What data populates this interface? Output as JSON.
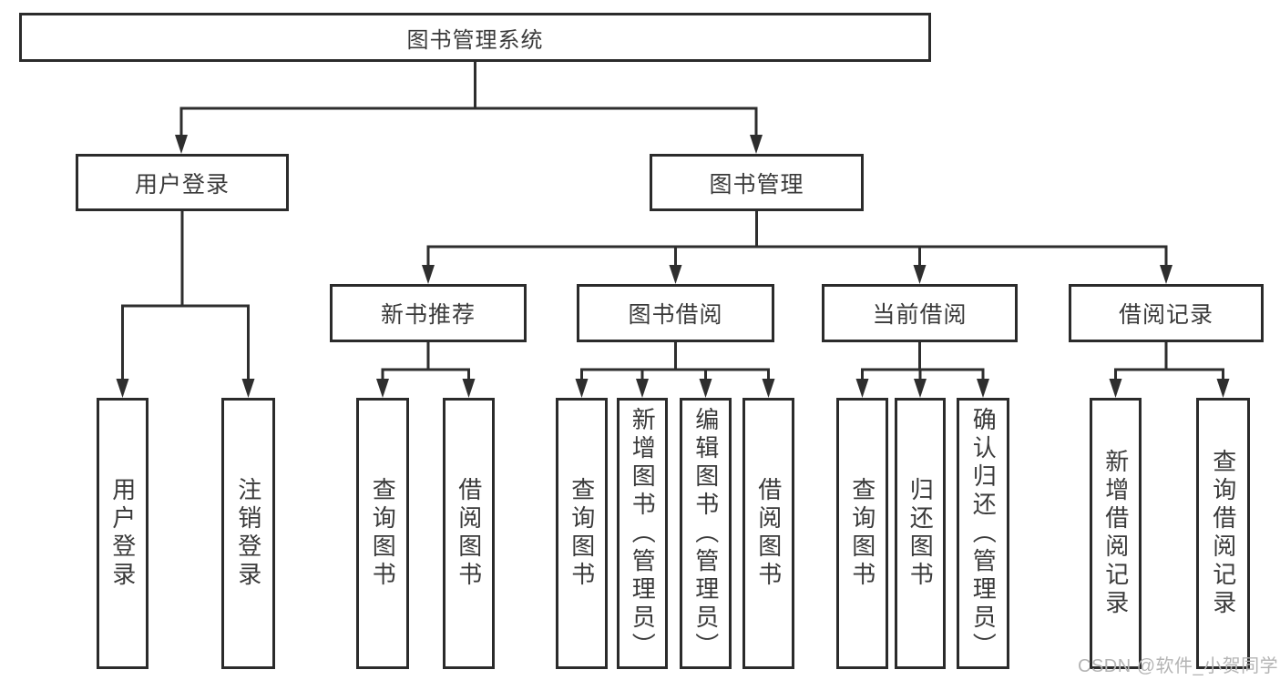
{
  "tree": {
    "root": "图书管理系统",
    "branches": [
      {
        "label": "用户登录",
        "children": [
          "用户登录",
          "注销登录"
        ]
      },
      {
        "label": "图书管理",
        "sections": [
          {
            "label": "新书推荐",
            "children": [
              "查询图书",
              "借阅图书"
            ]
          },
          {
            "label": "图书借阅",
            "children": [
              "查询图书",
              "新增图书（管理员）",
              "编辑图书（管理员）",
              "借阅图书"
            ]
          },
          {
            "label": "当前借阅",
            "children": [
              "查询图书",
              "归还图书",
              "确认归还（管理员）"
            ]
          },
          {
            "label": "借阅记录",
            "children": [
              "新增借阅记录",
              "查询借阅记录"
            ]
          }
        ]
      }
    ]
  },
  "watermark": "CSDN @软件_小贺同学",
  "colors": {
    "line": "#2e2e2e",
    "box_border": "#2b2b2b",
    "text": "#3a3a3a",
    "watermark": "#b4b4b4",
    "background": "#ffffff"
  }
}
